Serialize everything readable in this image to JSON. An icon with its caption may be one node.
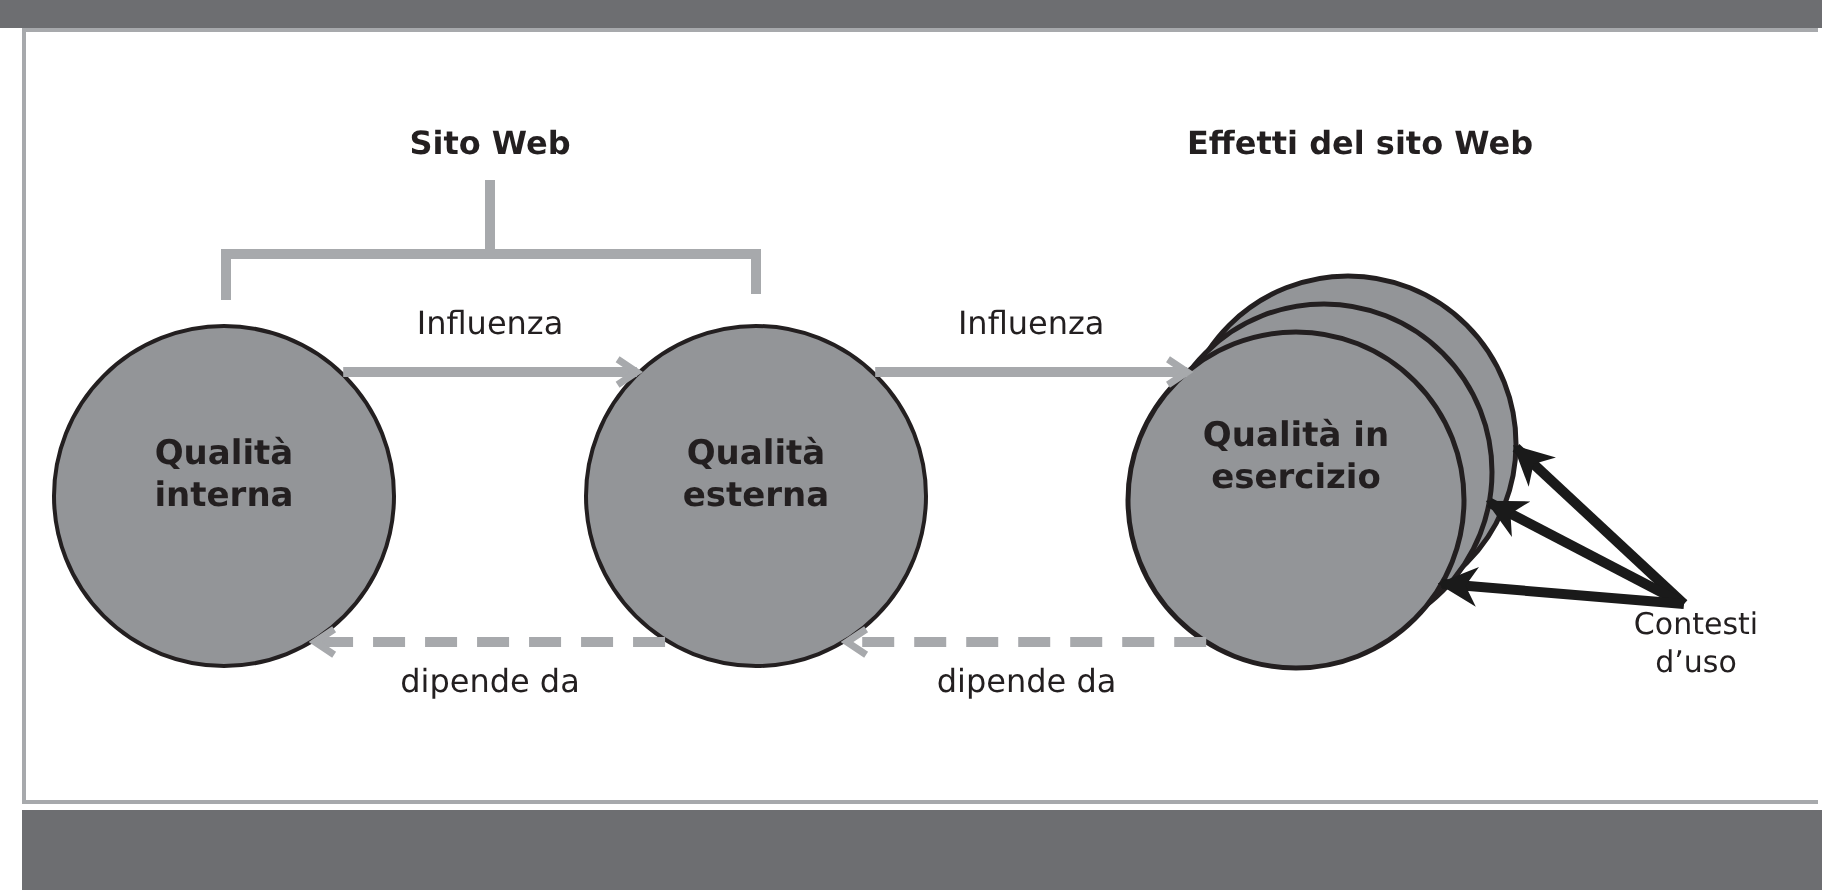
{
  "diagram": {
    "nodes": [
      {
        "text": [
          "Qualità interna"
        ]
      },
      {
        "text": [
          "Qualità esterna"
        ]
      },
      {
        "text": [
          "Qualità in esercizio"
        ]
      },
      {
        "text": [
          "Contesti d’uso"
        ]
      }
    ],
    "edges": [
      {
        "from": 0,
        "to": 1,
        "arrow": "to",
        "label": "Influenza"
      },
      {
        "from": 1,
        "to": 2,
        "arrow": "to",
        "label": "Influenza"
      },
      {
        "from": 1,
        "to": 0,
        "arrow": "to",
        "label": "dipende da",
        "style": "dashed"
      },
      {
        "from": 2,
        "to": 1,
        "arrow": "to",
        "label": "dipende da",
        "style": "dashed"
      },
      {
        "from": 3,
        "to": 2,
        "arrow": "to",
        "color": "#1a1a1a"
      },
      {
        "from": 3,
        "to": 2,
        "arrow": "to",
        "color": "#1a1a1a"
      },
      {
        "from": 3,
        "to": 2,
        "arrow": "to",
        "color": "#1a1a1a"
      }
    ],
    "labels": [
      "Sito Web",
      "Effetti del sito Web"
    ]
  }
}
